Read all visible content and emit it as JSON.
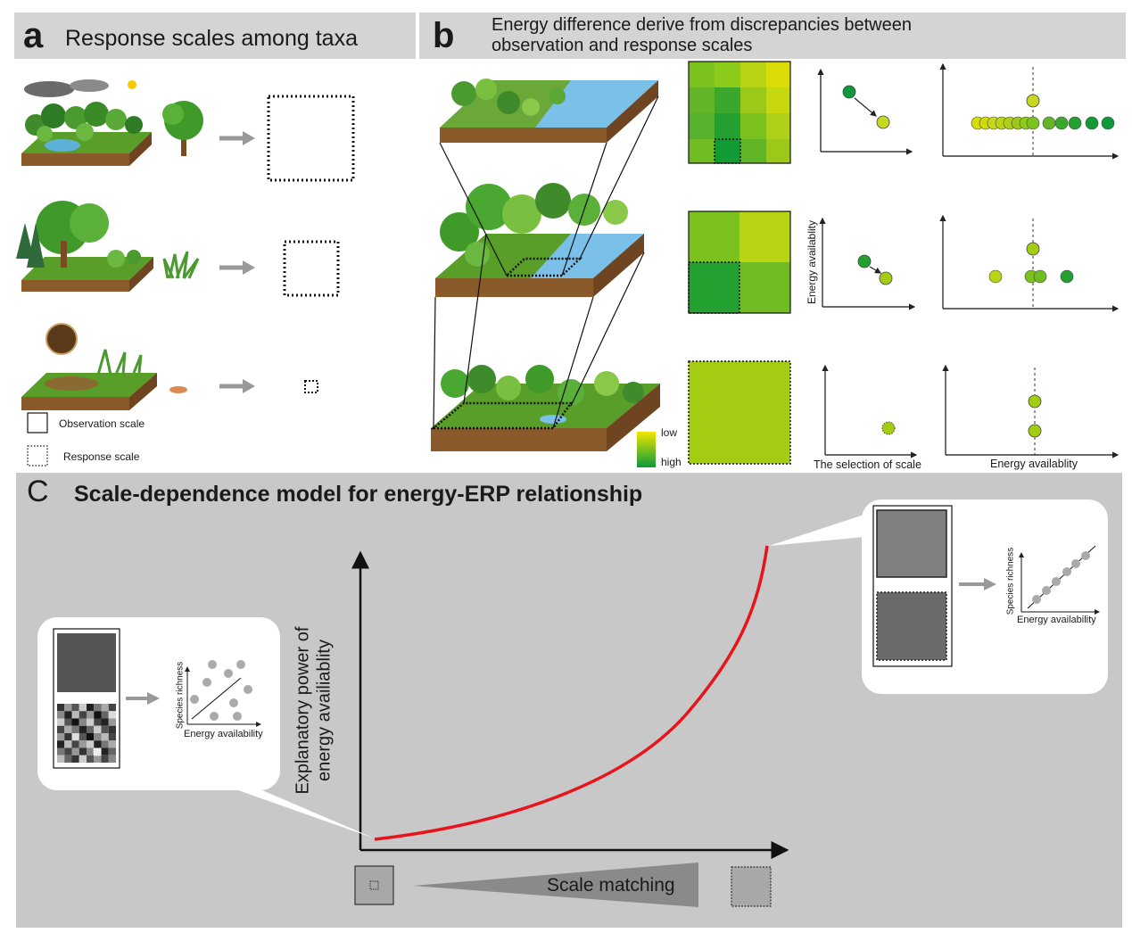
{
  "panel_a": {
    "letter": "a",
    "title": "Response scales among taxa",
    "legend": {
      "observation": "Observation scale",
      "response": "Response scale"
    }
  },
  "panel_b": {
    "letter": "b",
    "title_line1": "Energy difference derive from discrepancies between",
    "title_line2": "observation and response scales",
    "colorbar": {
      "low": "low",
      "high": "high"
    },
    "y_label": "Energy availablity",
    "x_label_scale": "The selection of scale",
    "x_label_energy": "Energy availablity"
  },
  "panel_c": {
    "letter": "C",
    "title": "Scale-dependence model for energy-ERP relationship",
    "y_label_line1": "Explanatory power of",
    "y_label_line2": "energy availiablity",
    "x_label": "Scale matching",
    "inset": {
      "y_label": "Species richness",
      "x_label": "Energy availability"
    }
  },
  "colors": {
    "header_bg": "#d4d4d4",
    "panel_c_bg": "#c8c8c8",
    "curve": "#e8141c",
    "arrow_gray": "#999999",
    "low_energy": "#d8e000",
    "high_energy": "#0a9a3a"
  }
}
